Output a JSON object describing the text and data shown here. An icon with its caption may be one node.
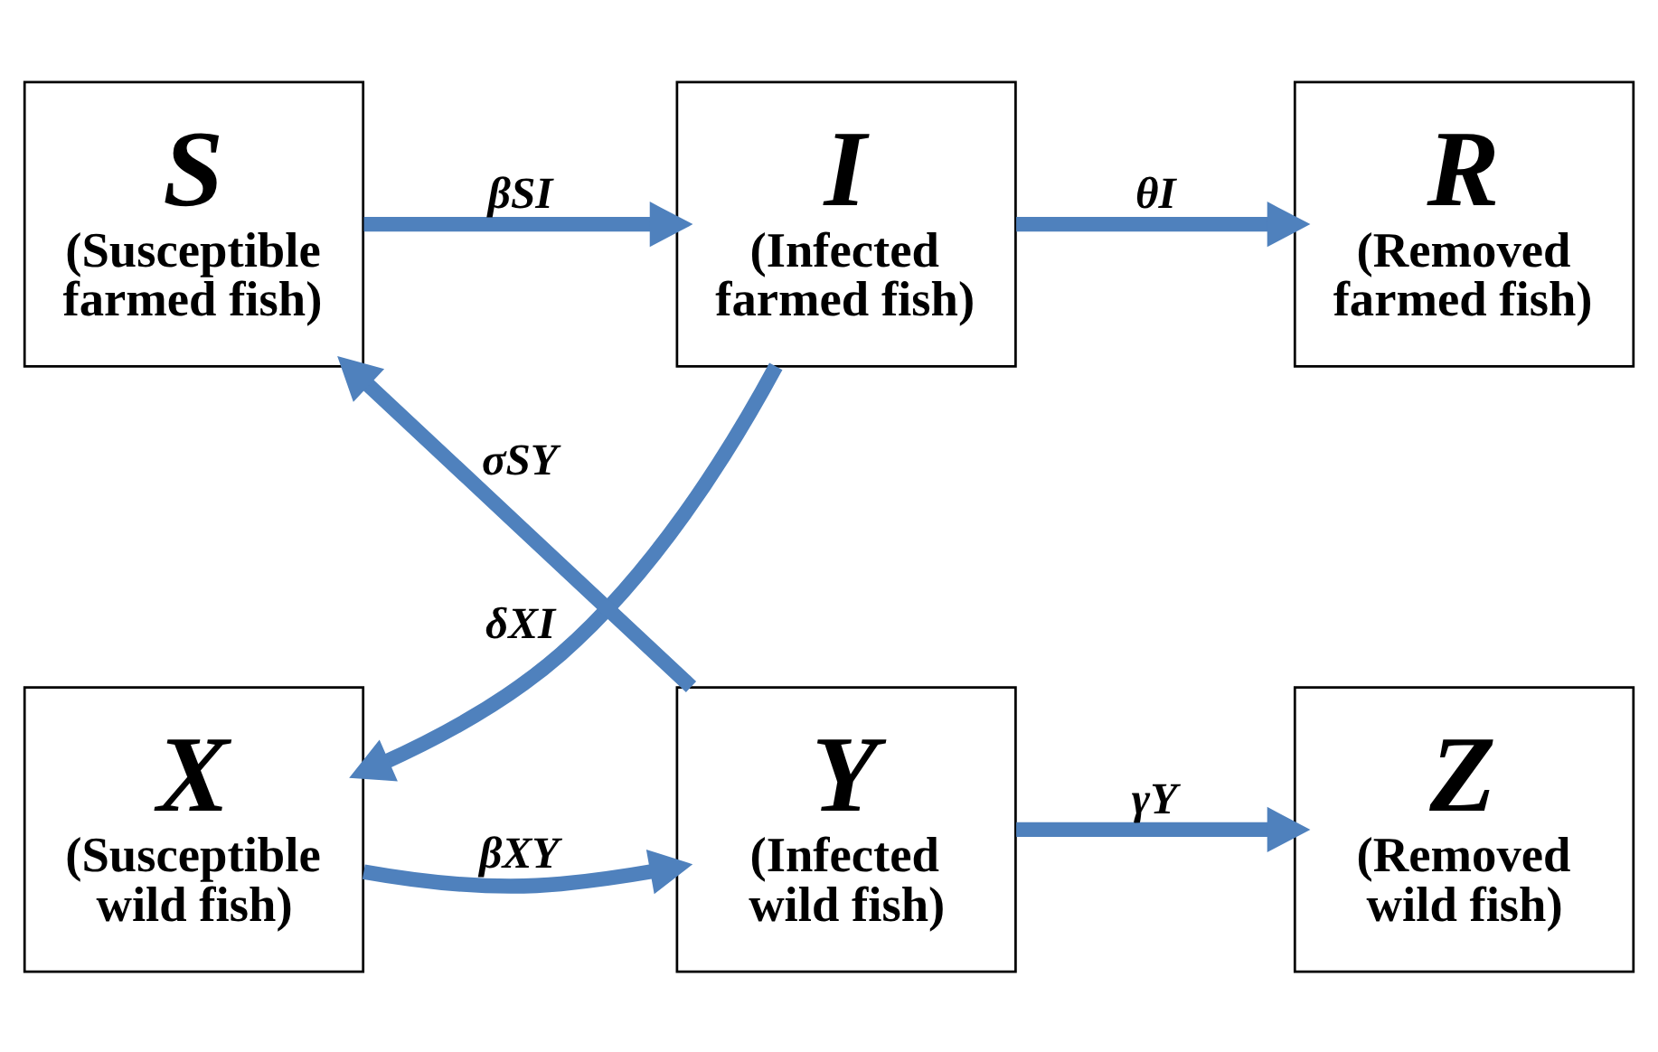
{
  "diagram": {
    "nodes": [
      {
        "text": [
          "S",
          "(Susceptible farmed fish)"
        ]
      },
      {
        "text": [
          "I",
          "(Infected farmed fish)"
        ]
      },
      {
        "text": [
          "R",
          "(Removed farmed fish)"
        ]
      },
      {
        "text": [
          "X",
          "(Susceptible wild fish)"
        ]
      },
      {
        "text": [
          "Y",
          "(Infected wild fish)"
        ]
      },
      {
        "text": [
          "Z",
          "(Removed wild fish)"
        ]
      }
    ],
    "edges": [
      {
        "from": 0,
        "to": 1,
        "arrow": "to",
        "label": "βSI"
      },
      {
        "from": 1,
        "to": 2,
        "arrow": "to",
        "label": "θI"
      },
      {
        "from": 4,
        "to": 0,
        "arrow": "to",
        "label": "σSY"
      },
      {
        "from": 1,
        "to": 3,
        "arrow": "to",
        "label": "δXI"
      },
      {
        "from": 3,
        "to": 4,
        "arrow": "to",
        "label": "βXY"
      },
      {
        "from": 4,
        "to": 5,
        "arrow": "to",
        "label": "γY"
      }
    ]
  }
}
